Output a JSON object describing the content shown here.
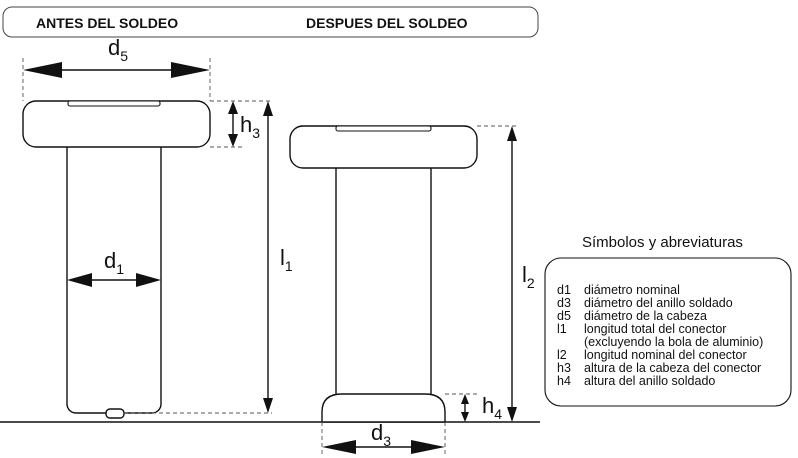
{
  "header": {
    "before_label": "ANTES DEL SOLDEO",
    "after_label": "DESPUES DEL SOLDEO"
  },
  "dimensions": {
    "d5": {
      "base": "d",
      "sub": "5"
    },
    "h3": {
      "base": "h",
      "sub": "3"
    },
    "d1": {
      "base": "d",
      "sub": "1"
    },
    "l1": {
      "base": "l",
      "sub": "1"
    },
    "l2": {
      "base": "l",
      "sub": "2"
    },
    "h4": {
      "base": "h",
      "sub": "4"
    },
    "d3": {
      "base": "d",
      "sub": "3"
    }
  },
  "legend": {
    "title": "Símbolos y abreviaturas",
    "rows": [
      {
        "code": "d1",
        "text": "diámetro nominal"
      },
      {
        "code": "d3",
        "text": "diámetro del anillo soldado"
      },
      {
        "code": "d5",
        "text": "diámetro de la cabeza"
      },
      {
        "code": "l1",
        "text": "longitud total del conector"
      },
      {
        "code": "",
        "text": "(excluyendo la bola de aluminio)"
      },
      {
        "code": "l2",
        "text": "longitud nominal del conector"
      },
      {
        "code": "h3",
        "text": "altura de la cabeza del conector"
      },
      {
        "code": "h4",
        "text": "altura del anillo soldado"
      }
    ]
  }
}
